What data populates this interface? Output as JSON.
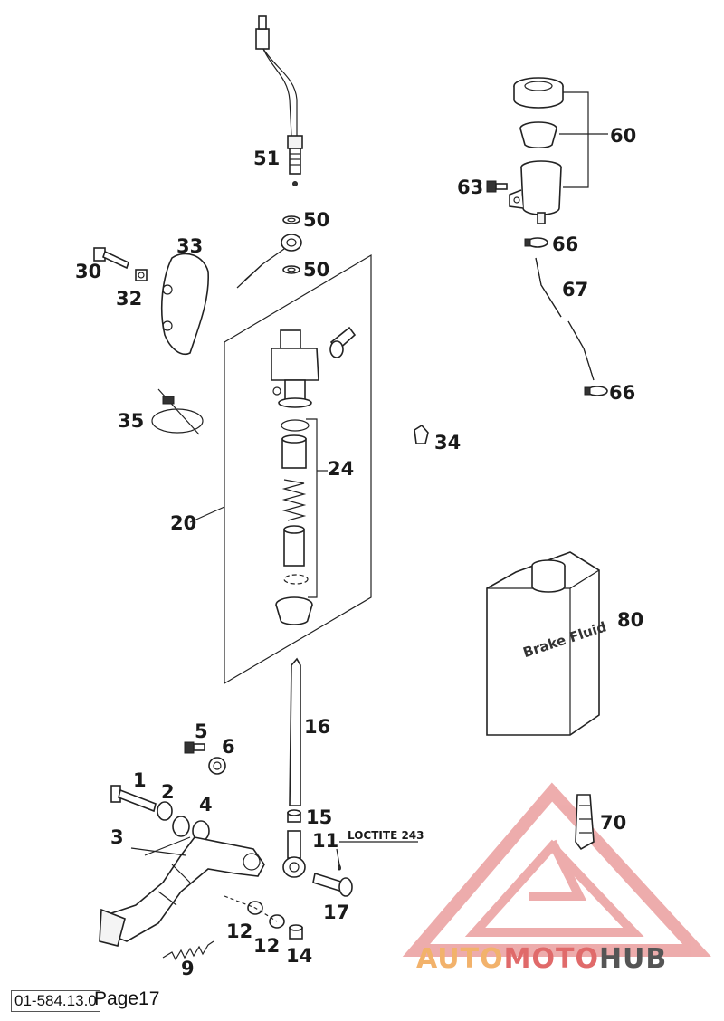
{
  "callouts": {
    "c51": "51",
    "c50a": "50",
    "c50b": "50",
    "c60": "60",
    "c63": "63",
    "c66a": "66",
    "c67": "67",
    "c66b": "66",
    "c33": "33",
    "c30": "30",
    "c32": "32",
    "c35": "35",
    "c34": "34",
    "c24": "24",
    "c20": "20",
    "c80": "80",
    "c16": "16",
    "c5": "5",
    "c6": "6",
    "c1": "1",
    "c2": "2",
    "c4": "4",
    "c3": "3",
    "c15": "15",
    "c11": "11",
    "c17": "17",
    "c12a": "12",
    "c12b": "12",
    "c14": "14",
    "c9": "9",
    "c70": "70"
  },
  "annotations": {
    "loctite": "LOCTITE 243"
  },
  "container_label": "Brake Fluid",
  "footer": {
    "doc_code": "01-584.13.0",
    "page": "Page17"
  },
  "watermark": {
    "part1": "AUTO",
    "part2": "MOTO",
    "part3": "HUB"
  },
  "colors": {
    "watermark_red": "#e06a6a",
    "watermark_orange": "#f2b26b",
    "watermark_gray": "#555555"
  }
}
